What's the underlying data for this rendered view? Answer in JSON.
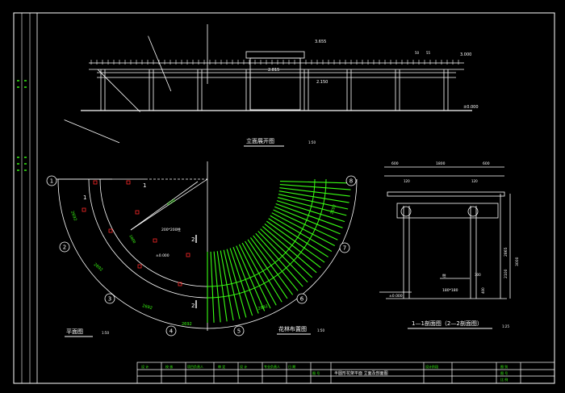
{
  "titles": {
    "elevation": "立面展开图",
    "elevation_scale": "1:50",
    "plan": "平面图",
    "plan_scale": "1:50",
    "planting": "花林布置图",
    "planting_scale": "1:50",
    "section": "1—1剖面图（2—2剖面图）",
    "section_scale": "1:25"
  },
  "elevation_levels": {
    "top_left": "3.655",
    "top_right": "3.000",
    "mid_left": "2.815",
    "mid_right": "2.150",
    "ground": "±0.000",
    "small_a": "50",
    "small_b": "55"
  },
  "axis_labels": [
    "1",
    "2",
    "3",
    "4",
    "5",
    "6",
    "7",
    "8"
  ],
  "plan_dims": {
    "arc_outer": "2692",
    "seg_a": "2692",
    "seg_b": "2692",
    "seg_c": "2692",
    "seg_d": "2692",
    "seg_e": "2692",
    "inner": "1800",
    "radius": "4700",
    "post_size": "200*200柱",
    "level": "±0.000"
  },
  "cut_marks": {
    "c1": "1",
    "c2": "1",
    "c3": "2",
    "c4": "2"
  },
  "section_dims": {
    "w_left": "600",
    "w_mid": "1800",
    "w_right": "600",
    "top_a": "120",
    "top_b": "120",
    "h_total": "3000",
    "h_a": "2100",
    "h_b": "2865",
    "beam": "180*180",
    "post_note": "柱",
    "ground": "±0.000",
    "base": "400",
    "foot": "300"
  },
  "title_block": {
    "cells": [
      "设 计",
      "校 核",
      "审 定",
      "项目负责人",
      "专业负责人",
      "设 计",
      "日 期",
      "图 号",
      "设计阶段"
    ],
    "drawing_name": "半圆形花架平面 立面及剖面图",
    "right_a": "图 别",
    "right_b": "图 号",
    "right_c": "比 例"
  },
  "colors": {
    "line": "#ffffff",
    "green": "#39ff14",
    "red": "#ff2a2a",
    "bg": "#000000"
  }
}
